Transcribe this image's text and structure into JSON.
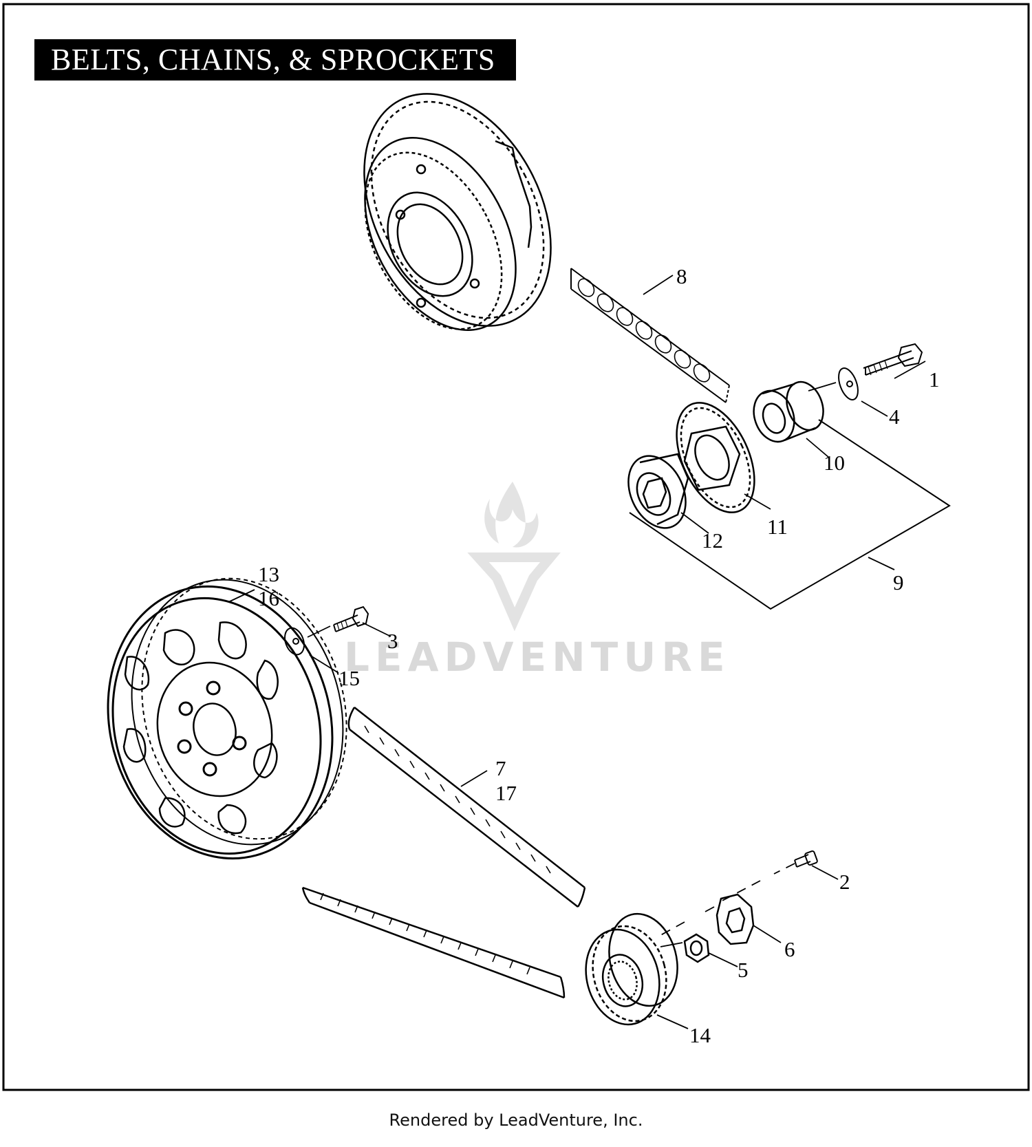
{
  "title": "BELTS, CHAINS, & SPROCKETS",
  "watermark": "LEADVENTURE",
  "footer": "Rendered by LeadVenture, Inc.",
  "callouts": {
    "c1": "1",
    "c2": "2",
    "c3": "3",
    "c4": "4",
    "c5": "5",
    "c6": "6",
    "c7": "7",
    "c8": "8",
    "c9": "9",
    "c10": "10",
    "c11": "11",
    "c12": "12",
    "c13": "13",
    "c14": "14",
    "c15": "15",
    "c16": "16",
    "c17": "17"
  },
  "colors": {
    "line": "#000000",
    "watermark": "#d9d9d9",
    "title_bg": "#000000",
    "title_fg": "#ffffff"
  }
}
